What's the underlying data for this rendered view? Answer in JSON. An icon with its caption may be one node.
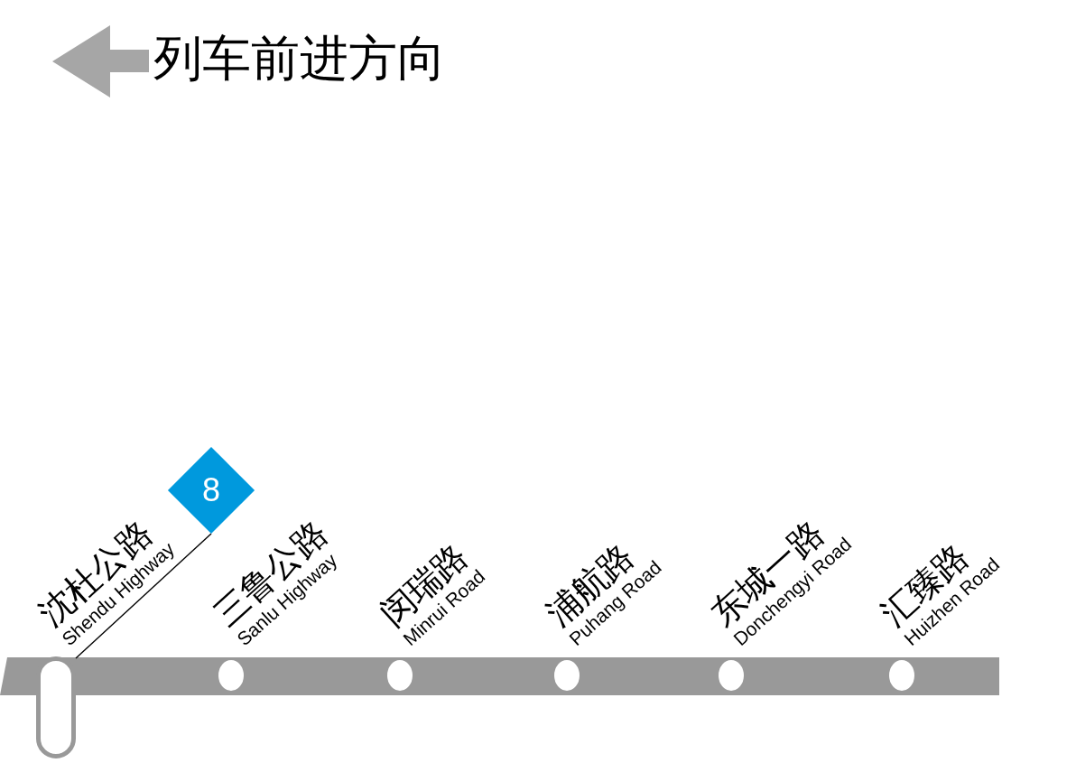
{
  "diagram": {
    "nodes": [
      {
        "text": [],
        "shape": "capsule",
        "beside": [
          "沈杜公路",
          "Shendu Highway"
        ]
      },
      {
        "text": [],
        "shape": "circle",
        "beside": [
          "三鲁公路",
          "Sanlu Highway"
        ]
      },
      {
        "text": [],
        "shape": "circle",
        "beside": [
          "闵瑞路",
          "Minrui Road"
        ]
      },
      {
        "text": [],
        "shape": "circle",
        "beside": [
          "浦航路",
          "Puhang Road"
        ]
      },
      {
        "text": [],
        "shape": "circle",
        "beside": [
          "东城一路",
          "Donchengyi Road"
        ]
      },
      {
        "text": [],
        "shape": "circle",
        "beside": [
          "汇臻路",
          "Huizhen Road"
        ]
      },
      {
        "text": [
          "8"
        ]
      }
    ],
    "edges": [
      {
        "from": 6,
        "to": 0,
        "arrow": "none"
      }
    ],
    "labels": [
      "列车前进方向"
    ]
  }
}
